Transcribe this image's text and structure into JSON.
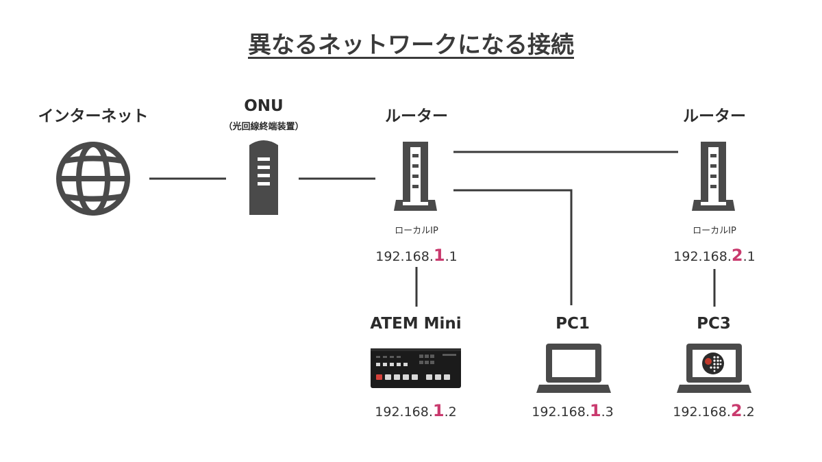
{
  "title": "異なるネットワークになる接続",
  "nodes": {
    "internet": {
      "label": "インターネット"
    },
    "onu": {
      "label": "ONU",
      "sublabel": "（光回線終端装置）"
    },
    "router1": {
      "label": "ルーター",
      "ip_caption": "ローカルIP",
      "ip": {
        "prefix": "192.168.",
        "subnet": "1",
        "suffix": ".1"
      }
    },
    "router2": {
      "label": "ルーター",
      "ip_caption": "ローカルIP",
      "ip": {
        "prefix": "192.168.",
        "subnet": "2",
        "suffix": ".1"
      }
    },
    "atem": {
      "label": "ATEM Mini",
      "ip": {
        "prefix": "192.168.",
        "subnet": "1",
        "suffix": ".2"
      }
    },
    "pc1": {
      "label": "PC1",
      "ip": {
        "prefix": "192.168.",
        "subnet": "1",
        "suffix": ".3"
      }
    },
    "pc3": {
      "label": "PC3",
      "ip": {
        "prefix": "192.168.",
        "subnet": "2",
        "suffix": ".2"
      }
    }
  },
  "colors": {
    "icon": "#4a4a4a",
    "line": "#3a3a3a",
    "highlight": "#c93a6e",
    "logo_red": "#c0392b"
  }
}
